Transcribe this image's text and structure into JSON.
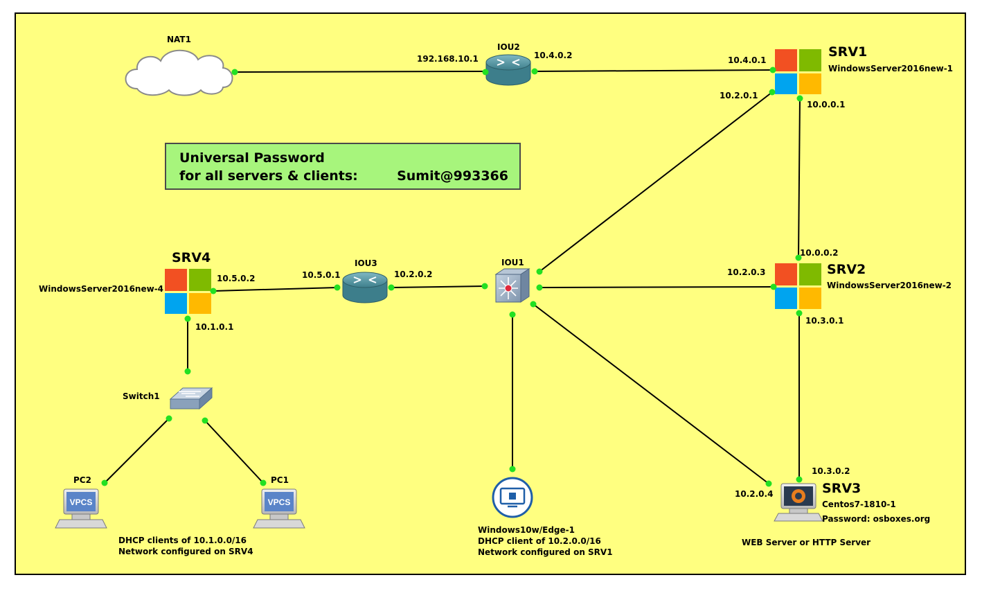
{
  "note": {
    "line1": "Universal Password",
    "line2": "for all servers & clients:",
    "password": "Sumit@993366",
    "bg_color": "#a7f57c"
  },
  "nodes": {
    "nat1": {
      "name": "NAT1",
      "icon": "cloud-icon"
    },
    "iou2": {
      "name": "IOU2",
      "icon": "router-icon"
    },
    "iou3": {
      "name": "IOU3",
      "icon": "router-icon"
    },
    "iou1": {
      "name": "IOU1",
      "icon": "multilayer-switch-icon"
    },
    "srv1": {
      "name": "SRV1",
      "host": "WindowsServer2016new-1",
      "icon": "windows-logo-icon"
    },
    "srv2": {
      "name": "SRV2",
      "host": "WindowsServer2016new-2",
      "icon": "windows-logo-icon"
    },
    "srv4": {
      "name": "SRV4",
      "host": "WindowsServer2016new-4",
      "icon": "windows-logo-icon"
    },
    "srv3": {
      "name": "SRV3",
      "host": "Centos7-1810-1",
      "password": "Password: osboxes.org",
      "role": "WEB Server or HTTP Server",
      "icon": "centos-computer-icon"
    },
    "switch1": {
      "name": "Switch1",
      "icon": "switch-icon"
    },
    "pc1": {
      "name": "PC1",
      "badge": "VPCS",
      "icon": "vpcs-computer-icon"
    },
    "pc2": {
      "name": "PC2",
      "badge": "VPCS",
      "icon": "vpcs-computer-icon"
    },
    "win10": {
      "name": "Windows10w/Edge-1",
      "desc1": "DHCP client of 10.2.0.0/16",
      "desc2": "Network configured on SRV1",
      "icon": "virtual-machine-icon"
    }
  },
  "notes": {
    "pcs1": "DHCP clients of 10.1.0.0/16",
    "pcs2": "Network configured on SRV4"
  },
  "ips": {
    "iou2_nat": "192.168.10.1",
    "iou2_srv1": "10.4.0.2",
    "srv1_iou2": "10.4.0.1",
    "srv1_iou1": "10.2.0.1",
    "srv1_srv2": "10.0.0.1",
    "srv2_srv1": "10.0.0.2",
    "srv2_iou1": "10.2.0.3",
    "srv2_srv3": "10.3.0.1",
    "srv3_srv2": "10.3.0.2",
    "srv3_iou1": "10.2.0.4",
    "srv4_iou3": "10.5.0.2",
    "iou3_srv4": "10.5.0.1",
    "iou3_iou1": "10.2.0.2",
    "srv4_switch": "10.1.0.1"
  },
  "colors": {
    "canvas": "#ffff80",
    "port": "#22e022",
    "link": "#000000"
  }
}
